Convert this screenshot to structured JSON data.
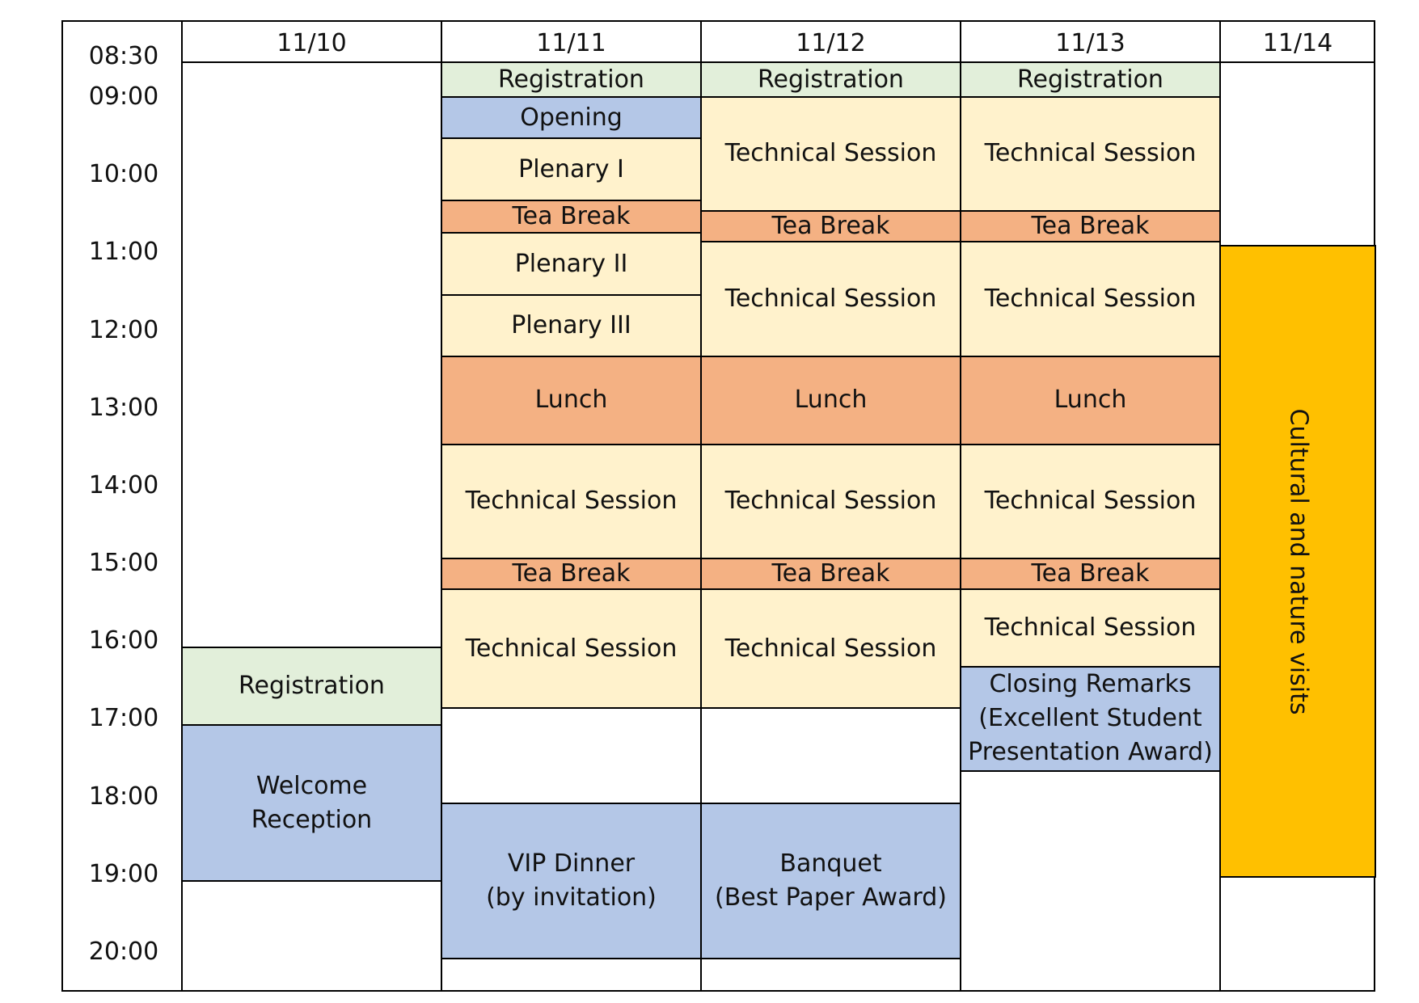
{
  "days": [
    "11/10",
    "11/11",
    "11/12",
    "11/13",
    "11/14"
  ],
  "times": [
    "08:30",
    "09:00",
    "10:00",
    "11:00",
    "12:00",
    "13:00",
    "14:00",
    "15:00",
    "16:00",
    "17:00",
    "18:00",
    "19:00",
    "20:00"
  ],
  "colors": {
    "registration": "#e2efda",
    "ceremony": "#b4c7e7",
    "session": "#fff2cc",
    "break": "#f4b183",
    "excursion": "#ffc000"
  },
  "events": [
    {
      "day": 0,
      "start": "16:05",
      "end": "17:05",
      "label": "Registration",
      "type": "registration"
    },
    {
      "day": 0,
      "start": "17:05",
      "end": "19:05",
      "label": "Welcome\nReception",
      "type": "ceremony"
    },
    {
      "day": 1,
      "start": "08:30",
      "end": "09:00",
      "label": "Registration",
      "type": "registration"
    },
    {
      "day": 1,
      "start": "09:00",
      "end": "09:32",
      "label": "Opening",
      "type": "ceremony"
    },
    {
      "day": 1,
      "start": "09:32",
      "end": "10:20",
      "label": "Plenary I",
      "type": "session"
    },
    {
      "day": 1,
      "start": "10:20",
      "end": "10:45",
      "label": "Tea Break",
      "type": "break"
    },
    {
      "day": 1,
      "start": "10:45",
      "end": "11:33",
      "label": "Plenary II",
      "type": "session"
    },
    {
      "day": 1,
      "start": "11:33",
      "end": "12:20",
      "label": "Plenary III",
      "type": "session"
    },
    {
      "day": 1,
      "start": "12:20",
      "end": "13:28",
      "label": "Lunch",
      "type": "break"
    },
    {
      "day": 1,
      "start": "13:28",
      "end": "14:56",
      "label": "Technical Session",
      "type": "session"
    },
    {
      "day": 1,
      "start": "14:56",
      "end": "15:20",
      "label": "Tea Break",
      "type": "break"
    },
    {
      "day": 1,
      "start": "15:20",
      "end": "16:52",
      "label": "Technical Session",
      "type": "session"
    },
    {
      "day": 1,
      "start": "18:05",
      "end": "20:05",
      "label": "VIP Dinner\n(by invitation)",
      "type": "ceremony"
    },
    {
      "day": 2,
      "start": "08:30",
      "end": "09:00",
      "label": "Registration",
      "type": "registration"
    },
    {
      "day": 2,
      "start": "09:00",
      "end": "10:28",
      "label": "Technical Session",
      "type": "session"
    },
    {
      "day": 2,
      "start": "10:28",
      "end": "10:52",
      "label": "Tea Break",
      "type": "break"
    },
    {
      "day": 2,
      "start": "10:52",
      "end": "12:20",
      "label": "Technical Session",
      "type": "session"
    },
    {
      "day": 2,
      "start": "12:20",
      "end": "13:28",
      "label": "Lunch",
      "type": "break"
    },
    {
      "day": 2,
      "start": "13:28",
      "end": "14:56",
      "label": "Technical Session",
      "type": "session"
    },
    {
      "day": 2,
      "start": "14:56",
      "end": "15:20",
      "label": "Tea Break",
      "type": "break"
    },
    {
      "day": 2,
      "start": "15:20",
      "end": "16:52",
      "label": "Technical Session",
      "type": "session"
    },
    {
      "day": 2,
      "start": "18:05",
      "end": "20:05",
      "label": "Banquet\n(Best Paper Award)",
      "type": "ceremony"
    },
    {
      "day": 3,
      "start": "08:30",
      "end": "09:00",
      "label": "Registration",
      "type": "registration"
    },
    {
      "day": 3,
      "start": "09:00",
      "end": "10:28",
      "label": "Technical Session",
      "type": "session"
    },
    {
      "day": 3,
      "start": "10:28",
      "end": "10:52",
      "label": "Tea Break",
      "type": "break"
    },
    {
      "day": 3,
      "start": "10:52",
      "end": "12:20",
      "label": "Technical Session",
      "type": "session"
    },
    {
      "day": 3,
      "start": "12:20",
      "end": "13:28",
      "label": "Lunch",
      "type": "break"
    },
    {
      "day": 3,
      "start": "13:28",
      "end": "14:56",
      "label": "Technical Session",
      "type": "session"
    },
    {
      "day": 3,
      "start": "14:56",
      "end": "15:20",
      "label": "Tea Break",
      "type": "break"
    },
    {
      "day": 3,
      "start": "15:20",
      "end": "16:20",
      "label": "Technical Session",
      "type": "session"
    },
    {
      "day": 3,
      "start": "16:20",
      "end": "17:40",
      "label": "Closing Remarks\n(Excellent Student\nPresentation Award)",
      "type": "ceremony"
    },
    {
      "day": 4,
      "start": "10:55",
      "end": "19:02",
      "label": "Cultural and nature visits",
      "type": "excursion",
      "vertical": true
    }
  ]
}
